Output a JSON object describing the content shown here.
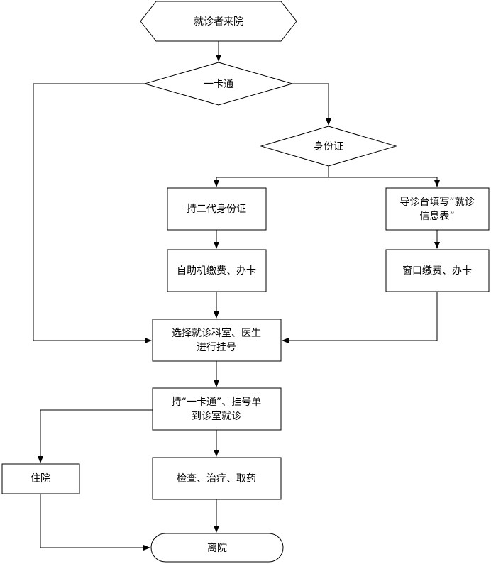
{
  "flowchart": {
    "start": "就诊者来院",
    "decision_card": "一卡通",
    "decision_id": "身份证",
    "id_card_holder": "持二代身份证",
    "self_service": "自助机缴费、办卡",
    "guide_desk_line1": "导诊台填写“就诊",
    "guide_desk_line2": "信息表”",
    "window_payment": "窗口缴费、办卡",
    "register_line1": "选择就诊科室、医生",
    "register_line2": "进行挂号",
    "consult_line1": "持“一卡通”、挂号单",
    "consult_line2": "到诊室就诊",
    "hospitalization": "住院",
    "treatment": "检查、治疗、取药",
    "end": "离院"
  },
  "colors": {
    "stroke": "#000000",
    "fill": "#ffffff",
    "text": "#000000"
  }
}
